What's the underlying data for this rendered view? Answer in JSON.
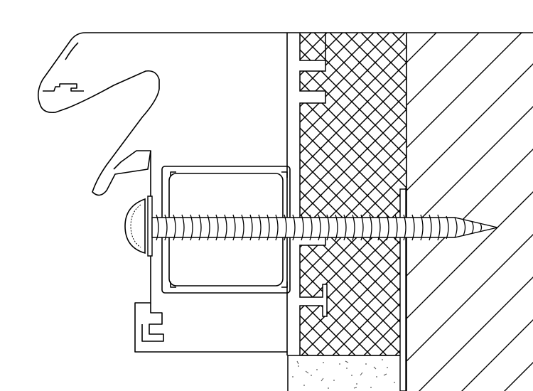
{
  "drawing": {
    "colors": {
      "background": "#ffffff",
      "stroke": "#000000",
      "concrete_speckle": "#555555"
    },
    "parts": [
      "window-frame-profile",
      "hollow-box-section",
      "screw-icon",
      "insulation-crosshatch",
      "wall-diagonal-hatch",
      "concrete-block"
    ]
  }
}
